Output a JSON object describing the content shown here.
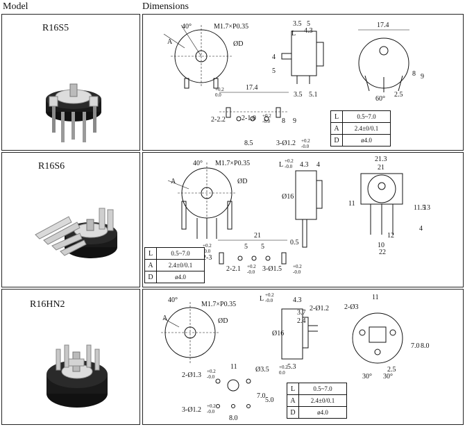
{
  "header": {
    "model": "Model",
    "dimensions": "Dimensions"
  },
  "rows": [
    {
      "model": "R16S5",
      "labels": {
        "angle": "40°",
        "shaft": "M1.7×P0.35",
        "a": "A",
        "d": "ØD",
        "top_w1": "3.5",
        "top_w2": "5",
        "top_l": "L",
        "top_w3": "4.3",
        "h4": "4",
        "h5": "5",
        "w_17_4": "17.4",
        "h8": "8",
        "h9": "9",
        "w2_5": "2.5",
        "ang60": "60°",
        "pcb_17_4": "17.4",
        "pcb_02a": "+0.2",
        "pcb_00a": "0.0",
        "pcb_2_2": "2-2.2",
        "pcb_2_1": "2-1.0",
        "pcb_02b": "+0.2",
        "pcb_00b": "-0.0",
        "pcb_8": "8",
        "pcb_9": "9",
        "pcb_8_5": "8.5",
        "pcb_3_1": "3-Ø1.2",
        "pcb_02c": "+0.2",
        "pcb_00c": "-0.0",
        "b3_5": "3.5",
        "b5_1": "5.1"
      },
      "spec": [
        {
          "k": "L",
          "v": "0.5~7.0"
        },
        {
          "k": "A",
          "v": "2.4±0/0.1"
        },
        {
          "k": "D",
          "v": "ø4.0"
        }
      ]
    },
    {
      "model": "R16S6",
      "labels": {
        "angle": "40°",
        "shaft": "M1.7×P0.35",
        "a": "A",
        "d": "ØD",
        "l_top": "L",
        "l_02": "+0.2",
        "l_00": "-0.0",
        "w4_3": "4.3",
        "w4": "4",
        "d16": "Ø16",
        "w21_3": "21.3",
        "w21": "21",
        "h11": "11",
        "h11_5": "11.5",
        "h13": "13",
        "h4b": "4",
        "w10": "10",
        "w12": "12",
        "w22": "22",
        "pcb_21": "21",
        "pcb_5a": "5",
        "pcb_5b": "5",
        "pcb_0_5": "0.5",
        "pcb_2_3": "2-3",
        "pcb_2_1": "2-2.1",
        "pcb_3_1": "3-Ø1.5",
        "p02a": "+0.2",
        "p00a": "-0.0",
        "p02b": "+0.2",
        "p00b": "-0.0",
        "p02c": "+0.2",
        "p00c": "-0.0"
      },
      "spec": [
        {
          "k": "L",
          "v": "0.5~7.0"
        },
        {
          "k": "A",
          "v": "2.4±0/0.1"
        },
        {
          "k": "D",
          "v": "ø4.0"
        }
      ]
    },
    {
      "model": "R16HN2",
      "labels": {
        "angle": "40°",
        "shaft": "M1.7×P0.35",
        "a": "A",
        "d": "ØD",
        "l_top": "L",
        "l_02": "+0.2",
        "l_00": "-0.0",
        "w4_3": "4.3",
        "w3_7": "3.7",
        "w2_4": "2.4",
        "w2_1_2": "2-Ø1.2",
        "d16": "Ø16",
        "w5_3": "5.3",
        "w11": "11",
        "d2_3": "2-Ø3",
        "h7_0": "7.0",
        "h8_0": "8.0",
        "w2_5": "2.5",
        "ang30a": "30°",
        "ang30b": "30°",
        "pcb_11": "11",
        "pcb_3_5": "Ø3.5",
        "pcb_2_1_3": "2-Ø1.3",
        "pcb_7_0": "7.0",
        "pcb_5_0": "5.0",
        "pcb_3_1_2": "3-Ø1.2",
        "pcb_8_0": "8.0",
        "p02a": "+0.2",
        "p00a": "0.0",
        "p02b": "+0.2",
        "p00b": "-0.0",
        "p02c": "+0.2",
        "p00c": "-0.0"
      },
      "spec": [
        {
          "k": "L",
          "v": "0.5~7.0"
        },
        {
          "k": "A",
          "v": "2.4±0/0.1"
        },
        {
          "k": "D",
          "v": "ø4.0"
        }
      ]
    }
  ]
}
